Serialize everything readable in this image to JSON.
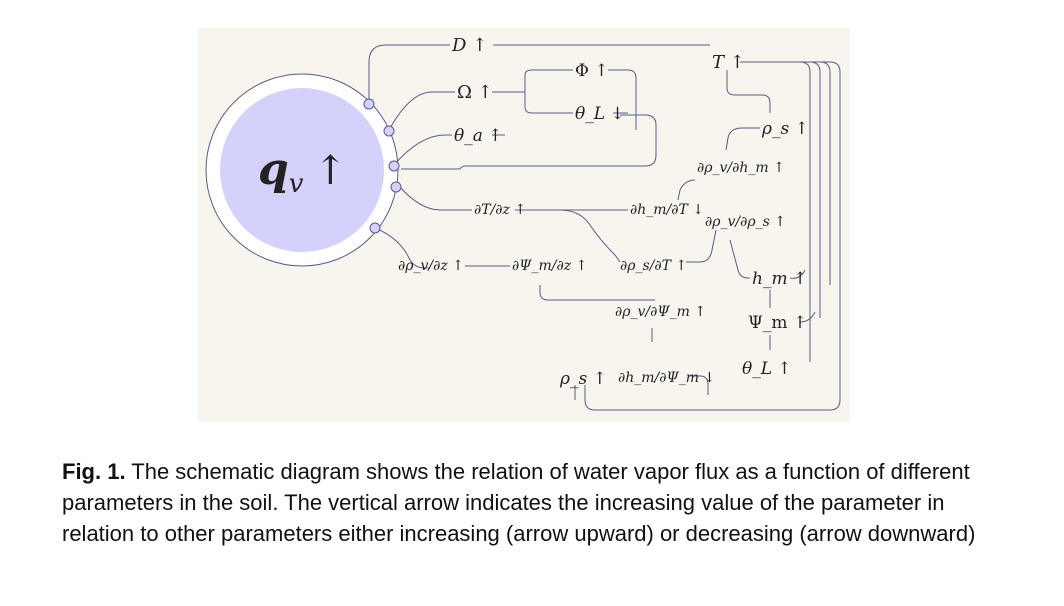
{
  "diagram": {
    "center_label": "q_v ↑",
    "center_var": "q",
    "center_sub": "v",
    "center_arrow": "↑",
    "colors": {
      "panel": "#f7f5ee",
      "node_fill": "#d4d2fb",
      "line": "#5a5a8a",
      "text": "#222222"
    },
    "nodes": {
      "D": "D ↑",
      "Omega": "Ω ↑",
      "Phi": "Φ ↑",
      "thetaL_down": "θ_L ↓",
      "theta_a": "θ_a ↑",
      "T": "T ↑",
      "rho_s_right": "ρ_s ↑",
      "drhov_dhm": "∂ρ_v/∂h_m ↑",
      "dT_dz": "∂T/∂z ↑",
      "dhm_dT": "∂h_m/∂T ↓",
      "drhov_drhos": "∂ρ_v/∂ρ_s ↑",
      "drhov_dz": "∂ρ_v/∂z ↑",
      "dPsim_dz": "∂Ψ_m/∂z ↑",
      "drhos_dT": "∂ρ_s/∂T ↑",
      "h_m": "h_m ↑",
      "drhov_dPsim": "∂ρ_v/∂Ψ_m ↑",
      "Psi_m": "Ψ_m ↑",
      "rho_s_bottom": "ρ_s ↑",
      "dhm_dPsim": "∂h_m/∂Ψ_m ↓",
      "thetaL_up": "θ_L ↑"
    }
  },
  "caption": {
    "label": "Fig. 1.",
    "text": "The schematic diagram shows the relation of water vapor flux as a function of different parameters in the soil. The vertical arrow indicates the increasing value of the parameter in relation to other parameters either increasing (arrow upward) or decreasing (arrow downward)"
  }
}
